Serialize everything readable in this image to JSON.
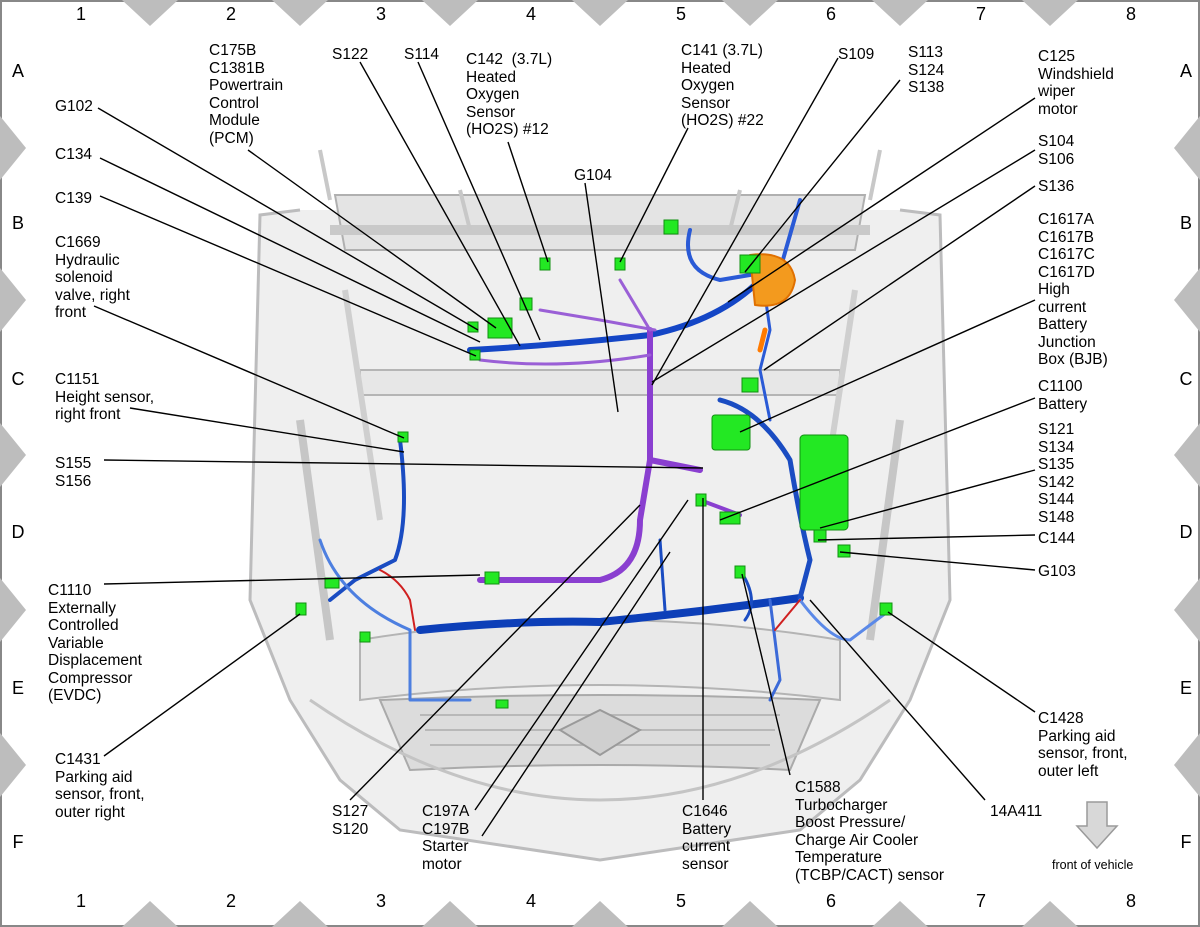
{
  "grid": {
    "columns": [
      "1",
      "2",
      "3",
      "4",
      "5",
      "6",
      "7",
      "8"
    ],
    "rows": [
      "A",
      "B",
      "C",
      "D",
      "E",
      "F"
    ]
  },
  "front_of_vehicle": "front of vehicle",
  "callouts": [
    {
      "id": "c175b",
      "lines": [
        "C175B",
        "C1381B",
        "Powertrain",
        "Control",
        "Module",
        "(PCM)"
      ]
    },
    {
      "id": "s122",
      "lines": [
        "S122"
      ]
    },
    {
      "id": "s114",
      "lines": [
        "S114"
      ]
    },
    {
      "id": "c142",
      "lines": [
        "C142  (3.7L)",
        "Heated",
        "Oxygen",
        "Sensor",
        "(HO2S) #12"
      ]
    },
    {
      "id": "c141",
      "lines": [
        "C141 (3.7L)",
        "Heated",
        "Oxygen",
        "Sensor",
        "(HO2S) #22"
      ]
    },
    {
      "id": "s109",
      "lines": [
        "S109"
      ]
    },
    {
      "id": "s113",
      "lines": [
        "S113",
        "S124",
        "S138"
      ]
    },
    {
      "id": "c125",
      "lines": [
        "C125",
        "Windshield",
        "wiper",
        "motor"
      ]
    },
    {
      "id": "g102",
      "lines": [
        "G102"
      ]
    },
    {
      "id": "c134",
      "lines": [
        "C134"
      ]
    },
    {
      "id": "c139",
      "lines": [
        "C139"
      ]
    },
    {
      "id": "g104",
      "lines": [
        "G104"
      ]
    },
    {
      "id": "s104",
      "lines": [
        "S104",
        "S106"
      ]
    },
    {
      "id": "s136",
      "lines": [
        "S136"
      ]
    },
    {
      "id": "c1617",
      "lines": [
        "C1617A",
        "C1617B",
        "C1617C",
        "C1617D",
        "High",
        "current",
        "Battery",
        "Junction",
        "Box (BJB)"
      ]
    },
    {
      "id": "c1669",
      "lines": [
        "C1669",
        "Hydraulic",
        "solenoid",
        "valve, right",
        "front"
      ]
    },
    {
      "id": "c1151",
      "lines": [
        "C1151",
        "Height sensor,",
        "right front"
      ]
    },
    {
      "id": "c1100",
      "lines": [
        "C1100",
        "Battery"
      ]
    },
    {
      "id": "s121",
      "lines": [
        "S121",
        "S134",
        "S135",
        "S142",
        "S144",
        "S148"
      ]
    },
    {
      "id": "s155",
      "lines": [
        "S155",
        "S156"
      ]
    },
    {
      "id": "c144",
      "lines": [
        "C144"
      ]
    },
    {
      "id": "g103",
      "lines": [
        "G103"
      ]
    },
    {
      "id": "c1110",
      "lines": [
        "C1110",
        "Externally",
        "Controlled",
        "Variable",
        "Displacement",
        "Compressor",
        "(EVDC)"
      ]
    },
    {
      "id": "c1428",
      "lines": [
        "C1428",
        "Parking aid",
        "sensor, front,",
        "outer left"
      ]
    },
    {
      "id": "c1431",
      "lines": [
        "C1431",
        "Parking aid",
        "sensor, front,",
        "outer right"
      ]
    },
    {
      "id": "s127",
      "lines": [
        "S127",
        "S120"
      ]
    },
    {
      "id": "c197",
      "lines": [
        "C197A",
        "C197B",
        "Starter",
        "motor"
      ]
    },
    {
      "id": "c1646",
      "lines": [
        "C1646",
        "Battery",
        "current",
        "sensor"
      ]
    },
    {
      "id": "c1588",
      "lines": [
        "C1588",
        "Turbocharger",
        "Boost Pressure/",
        "Charge Air Cooler",
        "Temperature",
        "(TCBP/CACT) sensor"
      ]
    },
    {
      "id": "a14a411",
      "lines": [
        "14A411"
      ]
    }
  ]
}
